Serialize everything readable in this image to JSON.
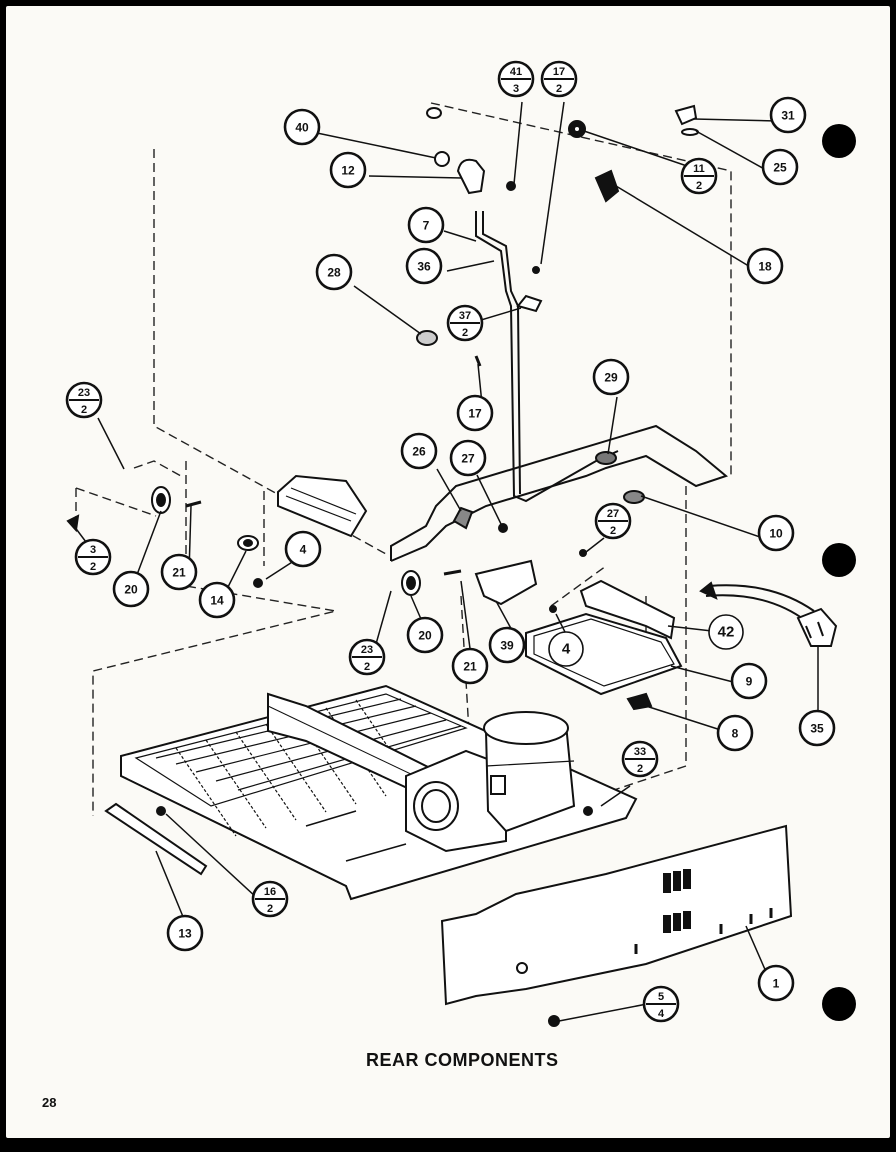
{
  "title": "REAR COMPONENTS",
  "page_number": "28",
  "callouts": [
    {
      "id": "c-40",
      "top": "40"
    },
    {
      "id": "c-12",
      "top": "12"
    },
    {
      "id": "c-41-3",
      "top": "41",
      "bottom": "3"
    },
    {
      "id": "c-17-2",
      "top": "17",
      "bottom": "2"
    },
    {
      "id": "c-31",
      "top": "31"
    },
    {
      "id": "c-11-2",
      "top": "11",
      "bottom": "2"
    },
    {
      "id": "c-25",
      "top": "25"
    },
    {
      "id": "c-7",
      "top": "7"
    },
    {
      "id": "c-36",
      "top": "36"
    },
    {
      "id": "c-18",
      "top": "18"
    },
    {
      "id": "c-28",
      "top": "28"
    },
    {
      "id": "c-37-2",
      "top": "37",
      "bottom": "2"
    },
    {
      "id": "c-17",
      "top": "17"
    },
    {
      "id": "c-29",
      "top": "29"
    },
    {
      "id": "c-23-2a",
      "top": "23",
      "bottom": "2"
    },
    {
      "id": "c-26",
      "top": "26"
    },
    {
      "id": "c-27",
      "top": "27"
    },
    {
      "id": "c-10",
      "top": "10"
    },
    {
      "id": "c-27-2",
      "top": "27",
      "bottom": "2"
    },
    {
      "id": "c-3-2",
      "top": "3",
      "bottom": "2"
    },
    {
      "id": "c-4a",
      "top": "4"
    },
    {
      "id": "c-20a",
      "top": "20"
    },
    {
      "id": "c-21a",
      "top": "21"
    },
    {
      "id": "c-14",
      "top": "14"
    },
    {
      "id": "c-23-2b",
      "top": "23",
      "bottom": "2"
    },
    {
      "id": "c-20b",
      "top": "20"
    },
    {
      "id": "c-21b",
      "top": "21"
    },
    {
      "id": "c-39",
      "top": "39"
    },
    {
      "id": "c-4b",
      "top": "4",
      "style": "handwritten"
    },
    {
      "id": "c-42",
      "top": "42",
      "style": "handwritten"
    },
    {
      "id": "c-9",
      "top": "9"
    },
    {
      "id": "c-8",
      "top": "8"
    },
    {
      "id": "c-35",
      "top": "35"
    },
    {
      "id": "c-33-2",
      "top": "33",
      "bottom": "2"
    },
    {
      "id": "c-16-2",
      "top": "16",
      "bottom": "2"
    },
    {
      "id": "c-13",
      "top": "13"
    },
    {
      "id": "c-1",
      "top": "1"
    },
    {
      "id": "c-5-4",
      "top": "5",
      "bottom": "4"
    }
  ]
}
